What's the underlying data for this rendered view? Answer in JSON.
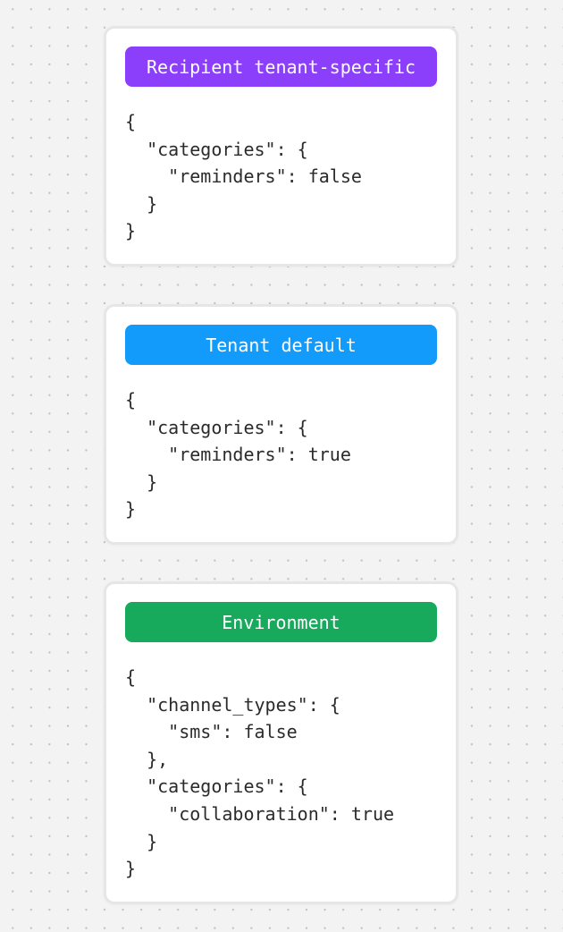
{
  "canvas": {
    "background_color": "#f4f3f4",
    "dot_color": "#c3c3c3",
    "card_background": "#ffffff",
    "card_border_color": "#e7e6e7",
    "code_text_color": "#2b2b2b",
    "badge_text_color": "#ffffff"
  },
  "cards": [
    {
      "id": "recipient-tenant-specific",
      "badge": {
        "label": "Recipient tenant-specific",
        "color": "#8c3ffa"
      },
      "code": "{\n  \"categories\": {\n    \"reminders\": false\n  }\n}"
    },
    {
      "id": "tenant-default",
      "badge": {
        "label": "Tenant default",
        "color": "#139bfb"
      },
      "code": "{\n  \"categories\": {\n    \"reminders\": true\n  }\n}"
    },
    {
      "id": "environment",
      "badge": {
        "label": "Environment",
        "color": "#17a95c"
      },
      "code": "{\n  \"channel_types\": {\n    \"sms\": false\n  },\n  \"categories\": {\n    \"collaboration\": true\n  }\n}"
    }
  ]
}
